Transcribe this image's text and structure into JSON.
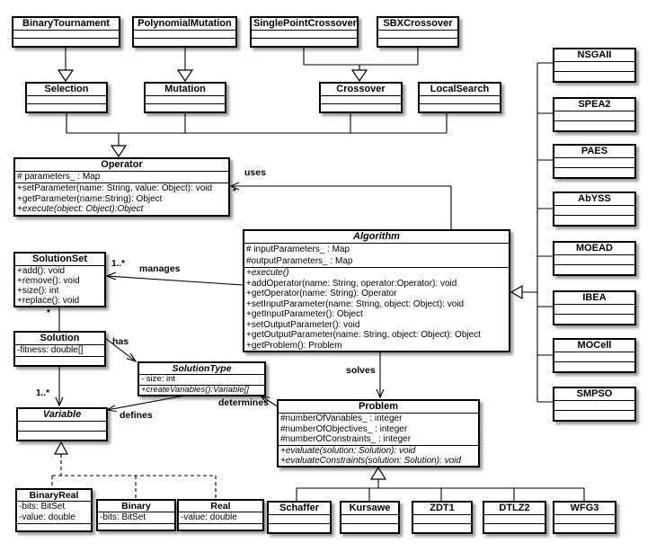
{
  "classes": {
    "binary_tournament": {
      "title": "BinaryTournament"
    },
    "polynomial_mutation": {
      "title": "PolynomialMutation"
    },
    "single_point_crossover": {
      "title": "SinglePointCrossover"
    },
    "sbx_crossover": {
      "title": "SBXCrossover"
    },
    "selection": {
      "title": "Selection"
    },
    "mutation": {
      "title": "Mutation"
    },
    "crossover": {
      "title": "Crossover"
    },
    "local_search": {
      "title": "LocalSearch"
    },
    "operator": {
      "title": "Operator",
      "attributes": [
        "# parameters_ : Map"
      ],
      "methods": [
        "+setParameter(name: String, value: Object): void",
        "+getParameter(name:String): Object",
        "+execute(object: Object):Object"
      ]
    },
    "algorithm": {
      "title": "Algorithm",
      "attributes": [
        "# inputParameters_ : Map",
        "#outputParameters_ : Map"
      ],
      "methods": [
        "+execute()",
        "+addOperator(name: String, operator:Operator): void",
        "+getOperator(name: String): Operator",
        "+setInputParameter(name: String, object: Object): void",
        "+getInputParameter(): Object",
        "+setOutputParameter(): void",
        "+getOutputParameter(name: String, object: Object): Object",
        "+getProblem(): Problem"
      ]
    },
    "solution_set": {
      "title": "SolutionSet",
      "methods": [
        "+add(): void",
        "+remove(): void",
        "+size(): int",
        "+replace(): void"
      ]
    },
    "solution": {
      "title": "Solution",
      "attributes": [
        "-fitness: double[]"
      ]
    },
    "solution_type": {
      "title": "SolutionType",
      "attributes": [
        "- size: int"
      ],
      "methods": [
        "+createVariables():Variable[]"
      ]
    },
    "variable": {
      "title": "Variable"
    },
    "problem": {
      "title": "Problem",
      "attributes": [
        "#numberOfVariables_ : integer",
        "#numberOfObjectives_ : integer",
        "#numberOfConstraints_ : integer"
      ],
      "methods": [
        "+evaluate(solution: Solution): void",
        "+evaluateConstraints(solution: Solution): void"
      ]
    },
    "nsgaii": {
      "title": "NSGAII"
    },
    "spea2": {
      "title": "SPEA2"
    },
    "paes": {
      "title": "PAES"
    },
    "abyss": {
      "title": "AbYSS"
    },
    "moead": {
      "title": "MOEAD"
    },
    "ibea": {
      "title": "IBEA"
    },
    "mocell": {
      "title": "MOCell"
    },
    "smpso": {
      "title": "SMPSO"
    },
    "binary_real": {
      "title": "BinaryReal",
      "attributes": [
        "-bits: BitSet",
        "-value: double"
      ]
    },
    "binary": {
      "title": "Binary",
      "attributes": [
        "-bits: BitSet"
      ]
    },
    "real": {
      "title": "Real",
      "attributes": [
        "-value: double"
      ]
    },
    "schaffer": {
      "title": "Schaffer"
    },
    "kursawe": {
      "title": "Kursawe"
    },
    "zdt1": {
      "title": "ZDT1"
    },
    "dtlz2": {
      "title": "DTLZ2"
    },
    "wfg3": {
      "title": "WFG3"
    }
  },
  "labels": {
    "uses": "uses",
    "manages": "manages",
    "has": "has",
    "defines": "defines",
    "determines": "determines",
    "solves": "solves"
  },
  "multiplicities": {
    "algorithm_operator": "*",
    "algorithm_solutionset": "1..*",
    "solutionset_solution": "*",
    "solution_variable": "1..*"
  },
  "colors": {
    "line": "#000000",
    "box_bg": "#ffffff",
    "shadow": "rgba(0,0,0,0.40)"
  }
}
